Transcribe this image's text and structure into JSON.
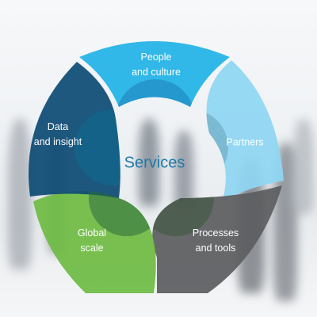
{
  "diagram": {
    "center": "Services",
    "segments": [
      {
        "id": "people",
        "lines": [
          "People",
          "and culture"
        ],
        "color": "#21b3e6"
      },
      {
        "id": "partners",
        "lines": [
          "Partners"
        ],
        "color": "#8fd6f2"
      },
      {
        "id": "processes",
        "lines": [
          "Processes",
          "and tools"
        ],
        "color": "#5d5e60"
      },
      {
        "id": "global",
        "lines": [
          "Global",
          "scale"
        ],
        "color": "#6fbb44"
      },
      {
        "id": "data",
        "lines": [
          "Data",
          "and insight"
        ],
        "color": "#0e4b74"
      }
    ],
    "overlap_colors": [
      "#1e80b6",
      "#66a2b6",
      "#3a563a",
      "#2c6a3c",
      "#0d6b8f"
    ]
  }
}
